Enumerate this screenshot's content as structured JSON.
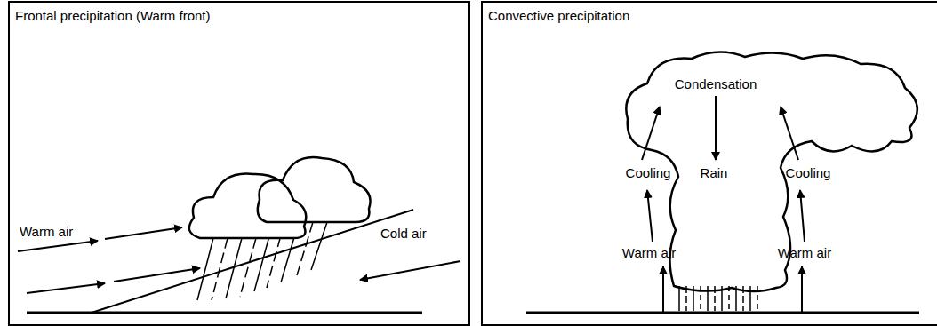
{
  "diagram": {
    "nodes": [
      {
        "text": [
          "Frontal precipitation (Warm front)"
        ]
      },
      {
        "text": [
          "Convective precipitation"
        ]
      },
      {
        "text": [
          "Condensation",
          "Rain"
        ],
        "in": 1
      }
    ],
    "labels": [
      "Warm air",
      "Cold air",
      "Cooling",
      "Cooling",
      "Warm air",
      "Warm air"
    ]
  }
}
